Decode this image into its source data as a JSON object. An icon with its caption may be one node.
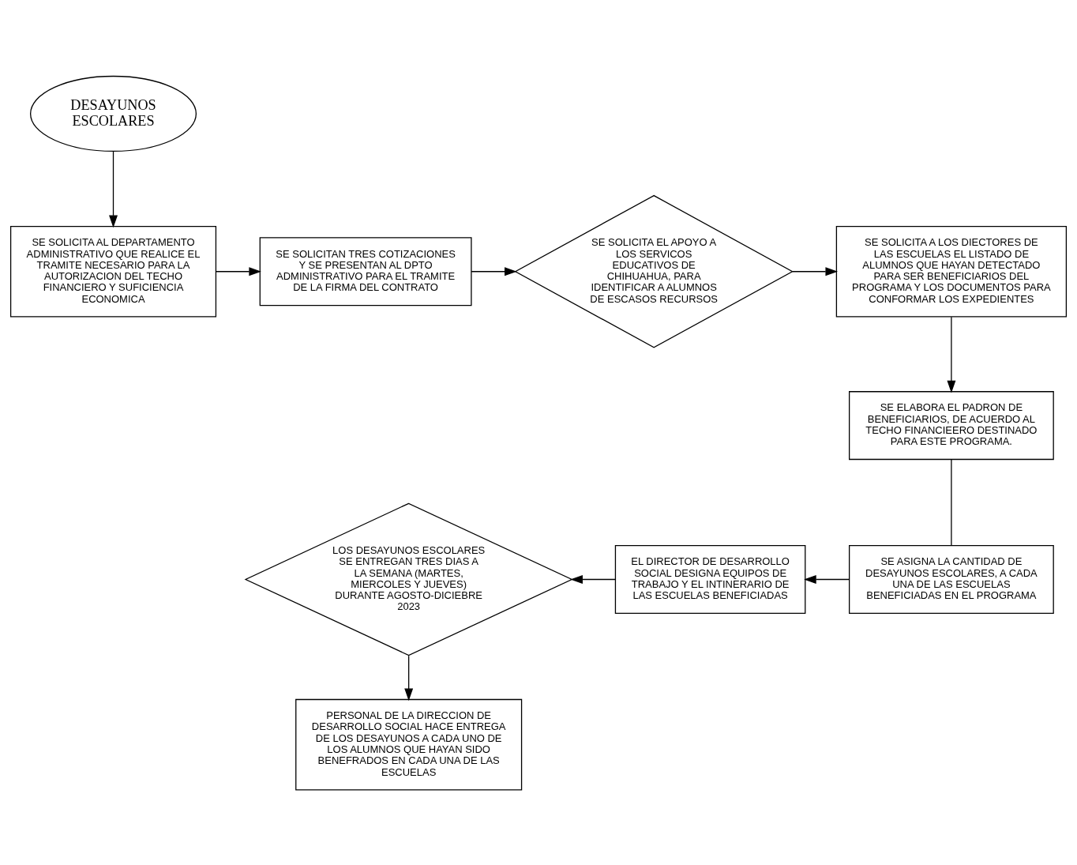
{
  "diagram": {
    "nodes": [
      {
        "text": [
          "DESAYUNOS ESCOLARES"
        ]
      },
      {
        "text": [
          "SE SOLICITA AL DEPARTAMENTO ADMINISTRATIVO QUE REALICE EL TRAMITE NECESARIO PARA LA AUTORIZACION DEL TECHO FINANCIERO Y SUFICIENCIA ECONOMICA"
        ]
      },
      {
        "text": [
          "SE SOLICITAN TRES COTIZACIONES Y SE PRESENTAN AL DPTO ADMINISTRATIVO PARA EL TRAMITE DE LA FIRMA DEL CONTRATO"
        ]
      },
      {
        "text": [
          "SE SOLICITA EL APOYO A LOS SERVICOS EDUCATIVOS DE CHIHUAHUA, PARA IDENTIFICAR A ALUMNOS DE ESCASOS RECURSOS"
        ]
      },
      {
        "text": [
          "SE SOLICITA A LOS DIECTORES DE LAS ESCUELAS EL LISTADO DE ALUMNOS QUE HAYAN DETECTADO PARA SER BENEFICIARIOS DEL PROGRAMA Y LOS DOCUMENTOS PARA CONFORMAR LOS EXPEDIENTES"
        ]
      },
      {
        "text": [
          "SE ELABORA EL PADRON DE BENEFICIARIOS, DE ACUERDO AL TECHO FINANCIEERO DESTINADO PARA ESTE PROGRAMA."
        ]
      },
      {
        "text": [
          "SE ASIGNA LA CANTIDAD DE DESAYUNOS ESCOLARES, A CADA UNA DE LAS ESCUELAS BENEFICIADAS EN EL PROGRAMA"
        ]
      },
      {
        "text": [
          "EL DIRECTOR DE DESARROLLO SOCIAL DESIGNA EQUIPOS DE TRABAJO Y EL INTINERARIO DE LAS ESCUELAS BENEFICIADAS"
        ]
      },
      {
        "text": [
          "LOS DESAYUNOS ESCOLARES SE ENTREGAN TRES DIAS A LA SEMANA (MARTES, MIERCOLES Y JUEVES) DURANTE AGOSTO-DICIEBRE 2023"
        ]
      },
      {
        "text": [
          "PERSONAL DE LA DIRECCION DE DESARROLLO SOCIAL HACE ENTREGA DE LOS DESAYUNOS A CADA UNO DE LOS ALUMNOS QUE HAYAN SIDO BENEFRADOS EN CADA UNA DE LAS ESCUELAS"
        ]
      }
    ],
    "edges": [
      {
        "from": 0,
        "to": 1,
        "arrow": "to"
      },
      {
        "from": 1,
        "to": 2,
        "arrow": "to"
      },
      {
        "from": 2,
        "to": 3,
        "arrow": "to"
      },
      {
        "from": 3,
        "to": 4,
        "arrow": "to"
      },
      {
        "from": 4,
        "to": 5,
        "arrow": "to"
      },
      {
        "from": 5,
        "to": 6,
        "arrow": "none"
      },
      {
        "from": 6,
        "to": 7,
        "arrow": "to"
      },
      {
        "from": 7,
        "to": 8,
        "arrow": "to"
      },
      {
        "from": 8,
        "to": 9,
        "arrow": "to"
      }
    ]
  }
}
